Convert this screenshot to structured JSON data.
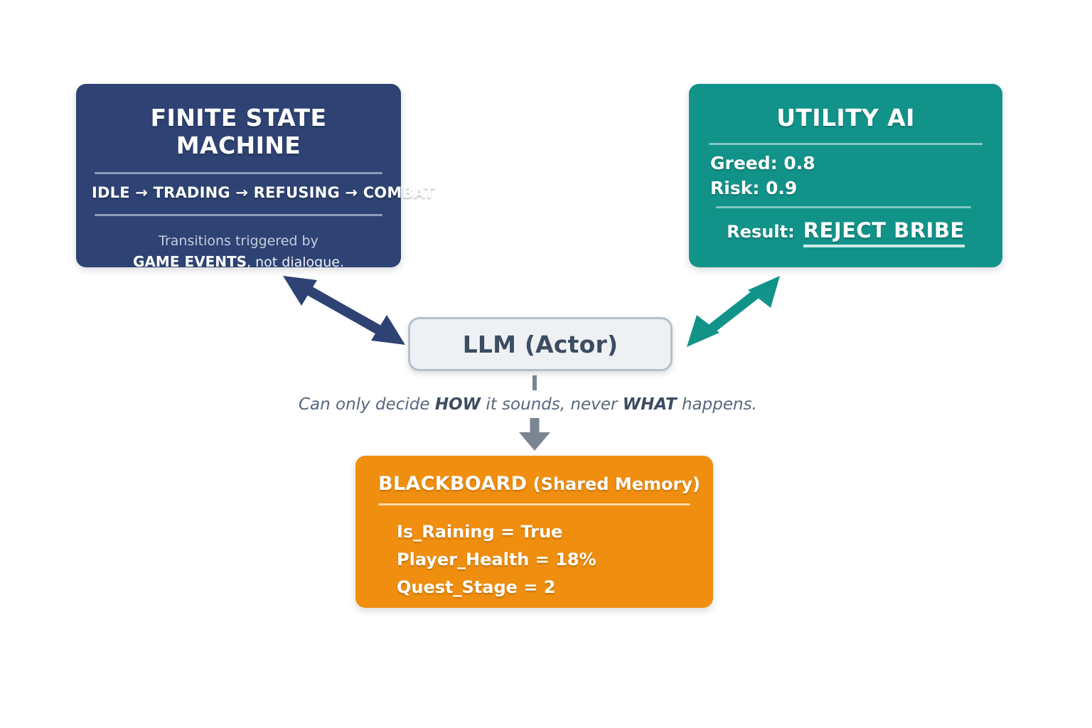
{
  "diagram": {
    "background_color": "#ffffff",
    "fsm": {
      "title": "FINITE STATE MACHINE",
      "accent_color": "#2e4373",
      "states_line": "IDLE  →  TRADING  →  REFUSING → COMBAT",
      "states": [
        "IDLE",
        "TRADING",
        "REFUSING",
        "COMBAT"
      ],
      "note_line1": "Transitions triggered by",
      "note_strong": "GAME EVENTS",
      "note_rest": ", not dialogue."
    },
    "utility": {
      "title": "UTILITY AI",
      "accent_color": "#12938a",
      "stats": [
        {
          "label": "Greed:",
          "value": "0.8",
          "text": "Greed: 0.8"
        },
        {
          "label": "Risk:",
          "value": "0.9",
          "text": "Risk: 0.9"
        }
      ],
      "result_label": "Result:",
      "result_value": "REJECT BRIBE"
    },
    "llm": {
      "label": "LLM (Actor)",
      "fill_color": "#eef0f3",
      "border_color": "#b6c0cb",
      "text_color": "#3c4d62",
      "caption_prefix": "Can only decide ",
      "caption_bold1": "HOW",
      "caption_middle": " it sounds, never ",
      "caption_bold2": "WHAT",
      "caption_suffix": " happens."
    },
    "blackboard": {
      "title_main": "BLACKBOARD",
      "title_sub": " (Shared Memory)",
      "accent_color": "#f08e0f",
      "entries": [
        "Is_Raining = True",
        "Player_Health = 18%",
        "Quest_Stage = 2"
      ]
    },
    "connectors": [
      {
        "name": "fsm-llm-bidirectional-arrow",
        "color": "#2e4373",
        "from": "FINITE STATE MACHINE",
        "to": "LLM (Actor)",
        "style": "double-headed"
      },
      {
        "name": "utility-llm-bidirectional-arrow",
        "color": "#12938a",
        "from": "UTILITY AI",
        "to": "LLM (Actor)",
        "style": "double-headed"
      },
      {
        "name": "llm-blackboard-arrow",
        "color": "#7a8594",
        "from": "LLM (Actor)",
        "to": "BLACKBOARD (Shared Memory)",
        "style": "single-headed-down"
      }
    ]
  }
}
